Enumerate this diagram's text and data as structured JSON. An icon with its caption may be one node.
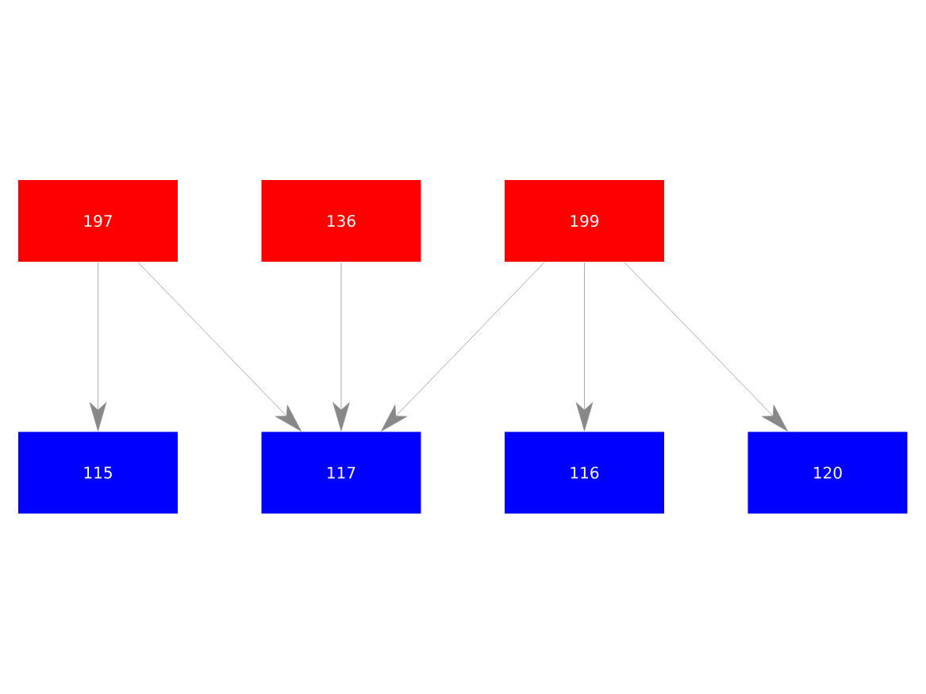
{
  "diagram": {
    "nodes": [
      {
        "text": [
          "197"
        ]
      },
      {
        "text": [
          "136"
        ]
      },
      {
        "text": [
          "199"
        ]
      },
      {
        "text": [
          "115"
        ]
      },
      {
        "text": [
          "117"
        ]
      },
      {
        "text": [
          "116"
        ]
      },
      {
        "text": [
          "120"
        ]
      }
    ],
    "edges": [
      {
        "from": 0,
        "to": 3,
        "arrow": "to"
      },
      {
        "from": 0,
        "to": 4,
        "arrow": "to"
      },
      {
        "from": 1,
        "to": 4,
        "arrow": "to"
      },
      {
        "from": 2,
        "to": 4,
        "arrow": "to"
      },
      {
        "from": 2,
        "to": 5,
        "arrow": "to"
      },
      {
        "from": 2,
        "to": 6,
        "arrow": "to"
      }
    ]
  }
}
